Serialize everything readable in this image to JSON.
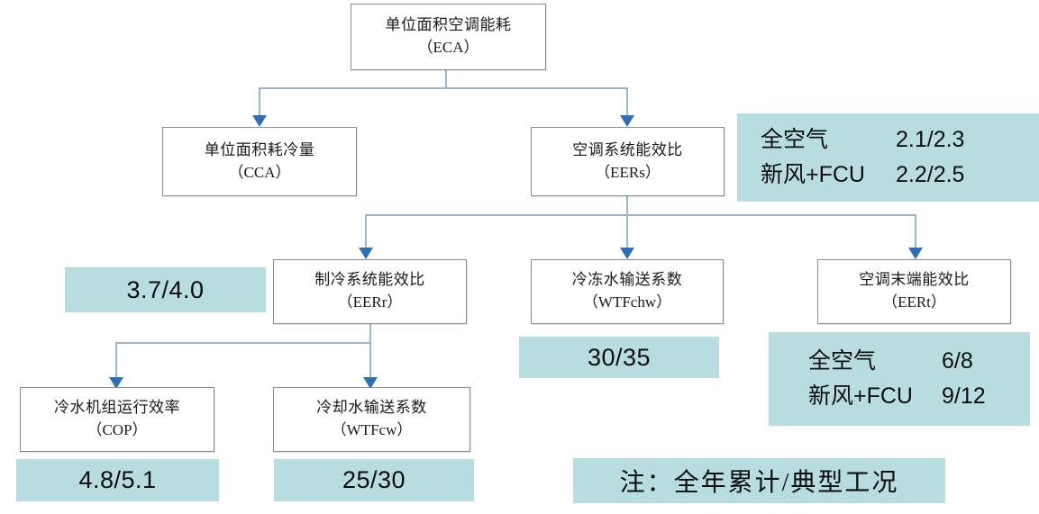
{
  "diagram": {
    "title_node": {
      "cn": "单位面积空调能耗",
      "en": "（ECA）"
    },
    "nodes": [
      {
        "id": "cca",
        "cn": "单位面积耗冷量",
        "en": "（CCA）"
      },
      {
        "id": "eers",
        "cn": "空调系统能效比",
        "en": "（EERs）"
      },
      {
        "id": "eerr",
        "cn": "制冷系统能效比",
        "en": "（EERr）"
      },
      {
        "id": "wtfchw",
        "cn": "冷冻水输送系数",
        "en": "（WTFchw）"
      },
      {
        "id": "eert",
        "cn": "空调末端能效比",
        "en": "（EERt）"
      },
      {
        "id": "cop",
        "cn": "冷水机组运行效率",
        "en": "（COP）"
      },
      {
        "id": "wtfcw",
        "cn": "冷却水输送系数",
        "en": "（WTFcw）"
      }
    ],
    "callouts": {
      "eers_values": {
        "rows": [
          {
            "label": "全空气",
            "value": "2.1/2.3"
          },
          {
            "label": "新风+FCU",
            "value": "2.2/2.5"
          }
        ]
      },
      "eerr_value": "3.7/4.0",
      "wtfchw_value": "30/35",
      "eert_values": {
        "rows": [
          {
            "label": "全空气",
            "value": "6/8"
          },
          {
            "label": "新风+FCU",
            "value": "9/12"
          }
        ]
      },
      "cop_value": "4.8/5.1",
      "wtfcw_value": "25/30",
      "note": "注：全年累计/典型工况"
    },
    "colors": {
      "highlight_fill": "#b8dde0",
      "box_border": "#8c8c8c",
      "connector": "#9ab7cf",
      "arrow": "#2f6fba",
      "text": "#1a1a1a"
    }
  }
}
